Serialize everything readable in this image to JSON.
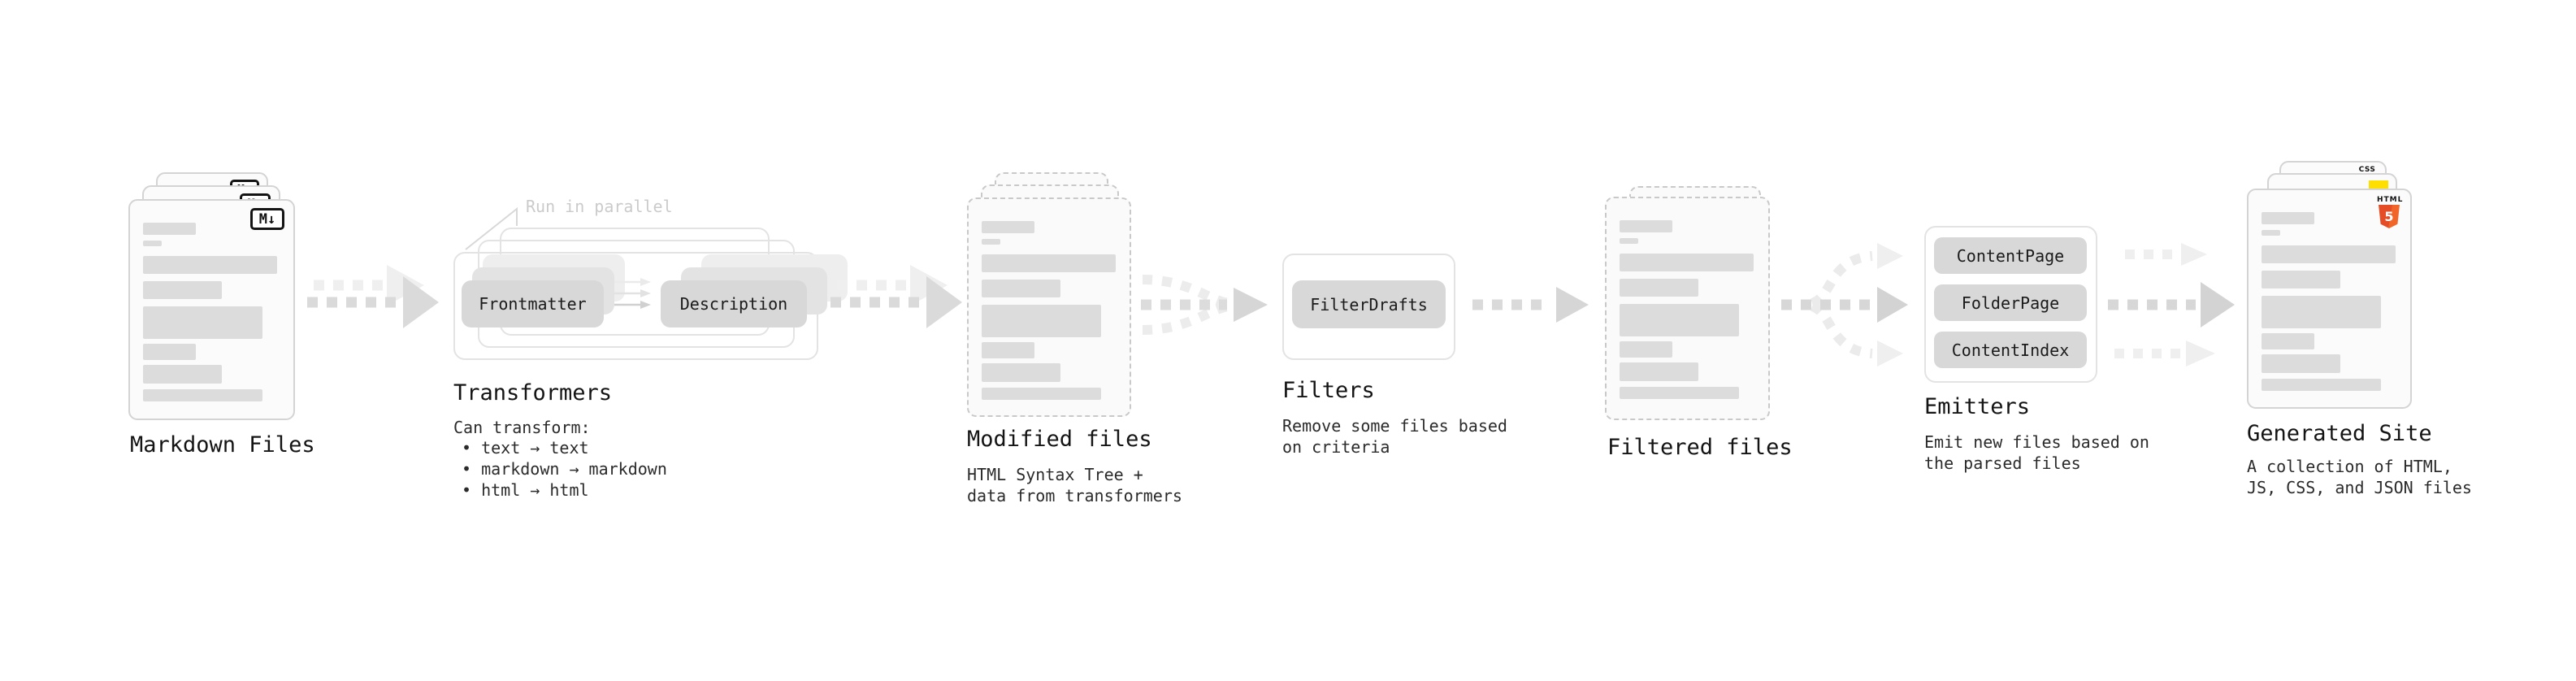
{
  "pipeline": {
    "markdown": {
      "label": "Markdown Files",
      "badge": "M↓"
    },
    "transformers": {
      "label": "Transformers",
      "note": "Run in parallel",
      "input_node": "Frontmatter",
      "output_node": "Description",
      "intro": "Can transform:",
      "bullets": [
        "• text → text",
        "• markdown → markdown",
        "• html → html"
      ]
    },
    "modified": {
      "label": "Modified files",
      "sublabel": "HTML Syntax Tree +\ndata from transformers"
    },
    "filters": {
      "label": "Filters",
      "node": "FilterDrafts",
      "sublabel": "Remove some files based\non criteria"
    },
    "filtered": {
      "label": "Filtered files"
    },
    "emitters": {
      "label": "Emitters",
      "nodes": [
        "ContentPage",
        "FolderPage",
        "ContentIndex"
      ],
      "sublabel": "Emit new files based on\nthe parsed files"
    },
    "site": {
      "label": "Generated Site",
      "sublabel": "A collection of HTML,\nJS, CSS, and JSON files",
      "badge_html_label": "HTML",
      "badge_html_number": "5",
      "badge_css": "CSS"
    }
  },
  "colors": {
    "html5_orange": "#e44d26",
    "html5_orange_light": "#f16529",
    "js_yellow": "#ffdf00",
    "css_blue": "#2e65f2",
    "node_gray": "#d8d8d8",
    "arrow_gray": "#dadada",
    "arrow_light": "#efefef"
  }
}
